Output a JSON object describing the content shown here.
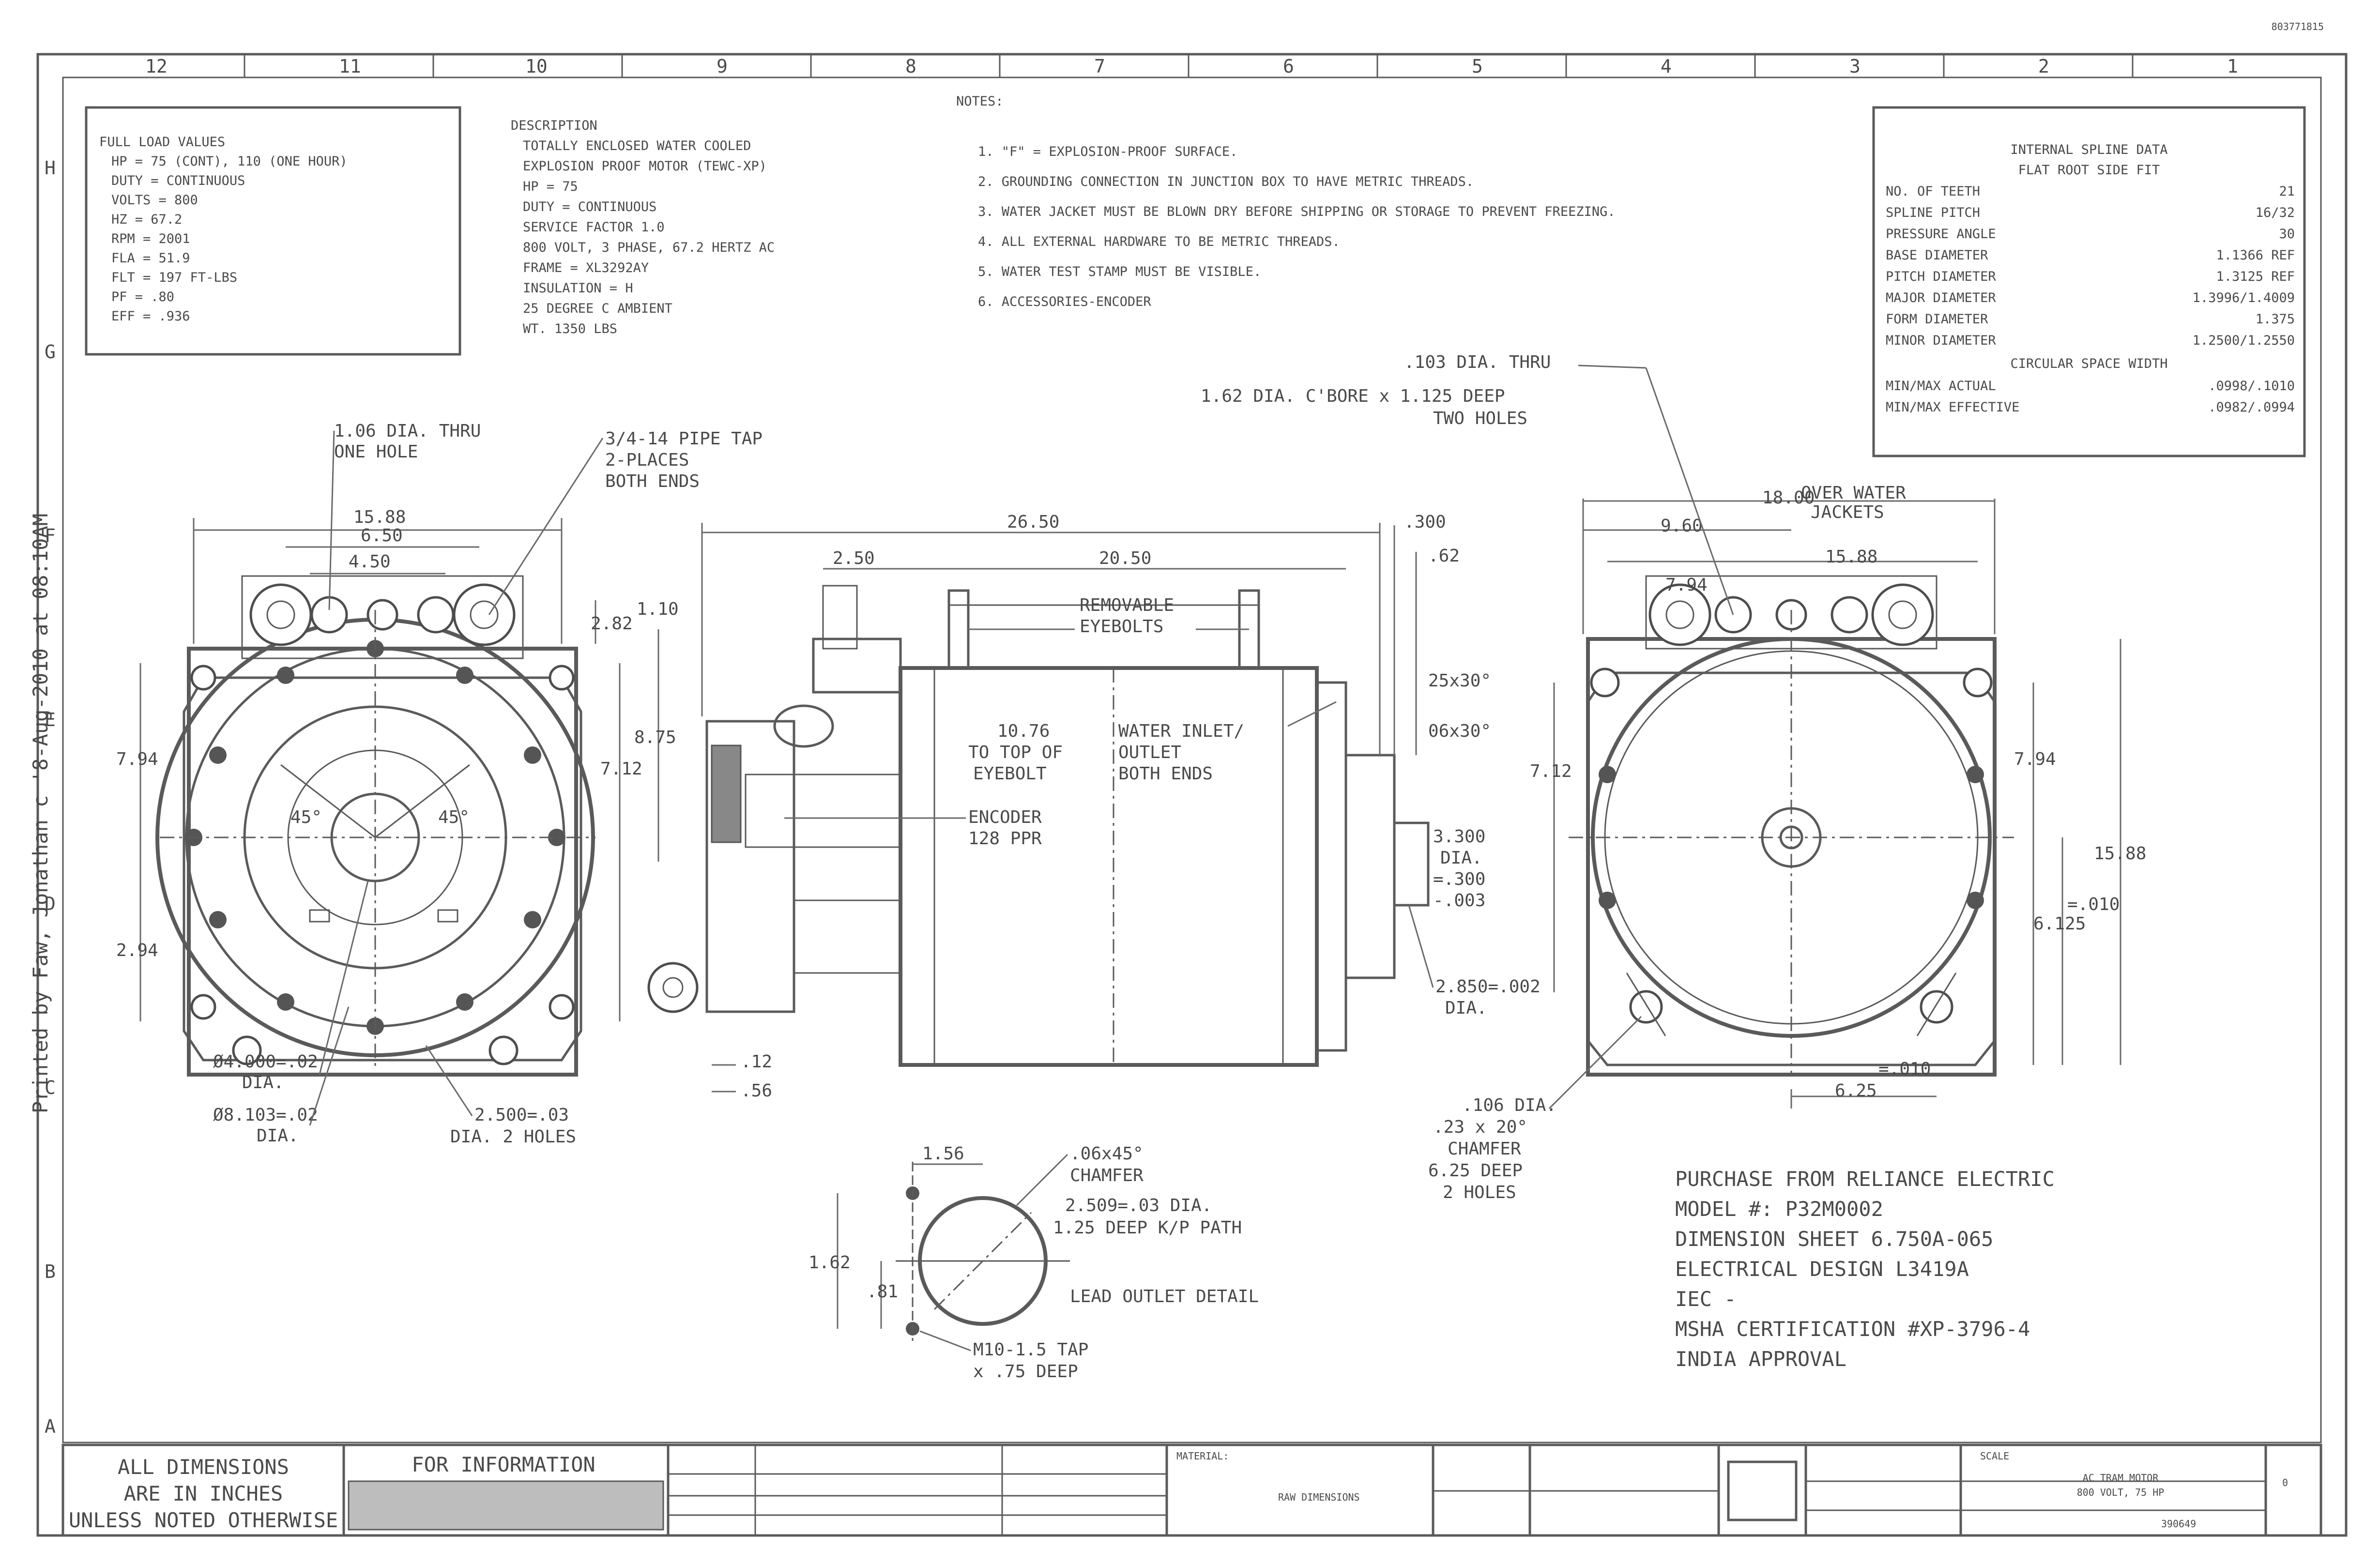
{
  "sheet": {
    "doc_id": "803771815",
    "printed_by": "Printed by Faw, Jonathan c   '8-Aug-2010 at 08:10AM",
    "grid_columns": [
      "12",
      "11",
      "10",
      "9",
      "8",
      "7",
      "6",
      "5",
      "4",
      "3",
      "2",
      "1"
    ],
    "grid_rows": [
      "H",
      "G",
      "F",
      "E",
      "D",
      "C",
      "B",
      "A"
    ]
  },
  "full_load": {
    "title": "FULL LOAD VALUES",
    "lines": [
      "HP = 75 (CONT), 110 (ONE HOUR)",
      "DUTY = CONTINUOUS",
      "VOLTS = 800",
      "HZ = 67.2",
      "RPM = 2001",
      "FLA = 51.9",
      "FLT = 197 FT-LBS",
      "PF = .80",
      "EFF = .936"
    ]
  },
  "description": {
    "title": "DESCRIPTION",
    "lines": [
      "TOTALLY ENCLOSED WATER COOLED",
      "EXPLOSION PROOF MOTOR (TEWC-XP)",
      "HP = 75",
      "DUTY = CONTINUOUS",
      "SERVICE FACTOR 1.0",
      "800 VOLT, 3 PHASE, 67.2 HERTZ AC",
      "FRAME = XL3292AY",
      "INSULATION = H",
      "25 DEGREE C AMBIENT",
      "WT. 1350 LBS"
    ]
  },
  "notes": {
    "title": "NOTES:",
    "items": [
      "1.  \"F\" = EXPLOSION-PROOF SURFACE.",
      "2. GROUNDING CONNECTION IN JUNCTION BOX TO HAVE METRIC THREADS.",
      "3. WATER JACKET MUST BE BLOWN DRY BEFORE SHIPPING OR STORAGE TO PREVENT FREEZING.",
      "4. ALL EXTERNAL HARDWARE TO BE METRIC THREADS.",
      "5. WATER TEST STAMP MUST BE VISIBLE.",
      "6. ACCESSORIES-ENCODER"
    ]
  },
  "spline": {
    "title1": "INTERNAL SPLINE DATA",
    "title2": "FLAT ROOT SIDE FIT",
    "rows": [
      [
        "NO. OF TEETH",
        "21"
      ],
      [
        "SPLINE PITCH",
        "16/32"
      ],
      [
        "PRESSURE ANGLE",
        "30"
      ],
      [
        "BASE DIAMETER",
        "1.1366 REF"
      ],
      [
        "PITCH DIAMETER",
        "1.3125 REF"
      ],
      [
        "MAJOR DIAMETER",
        "1.3996/1.4009"
      ],
      [
        "FORM DIAMETER",
        "1.375"
      ],
      [
        "MINOR DIAMETER",
        "1.2500/1.2550"
      ]
    ],
    "circ_title": "CIRCULAR SPACE WIDTH",
    "circ_rows": [
      [
        "MIN/MAX ACTUAL",
        ".0998/.1010"
      ],
      [
        "MIN/MAX EFFECTIVE",
        ".0982/.0994"
      ]
    ]
  },
  "callouts": {
    "holes_thru": ".103 DIA. THRU",
    "cbore": "1.62 DIA. C'BORE x 1.125 DEEP",
    "two_holes": "TWO HOLES",
    "dia_106": "1.06 DIA. THRU",
    "one_hole": "ONE HOLE",
    "pipe_tap": "3/4-14 PIPE TAP",
    "two_places": "2-PLACES",
    "both_ends": "BOTH ENDS",
    "removable": "REMOVABLE",
    "eyebolts": "EYEBOLTS",
    "top_eyebolt_1": "10.76",
    "top_eyebolt_2": "TO TOP OF",
    "top_eyebolt_3": "EYEBOLT",
    "water_1": "WATER INLET/",
    "water_2": "OUTLET",
    "water_3": "BOTH ENDS",
    "encoder_1": "ENCODER",
    "encoder_2": "128 PPR",
    "over_water": "OVER WATER",
    "jackets": "JACKETS",
    "d4000": "Ø4.000=.02",
    "d4000b": "DIA.",
    "d8103": "Ø8.103=.02",
    "d8103b": "DIA.",
    "d2500": "2.500=.03",
    "d2500b": "DIA. 2 HOLES",
    "d106_dia": ".106 DIA.",
    "d106_b": ".23 x 20°",
    "d106_c": "CHAMFER",
    "d106_d": "6.25 DEEP",
    "d106_e": "2 HOLES",
    "chamfer_1": ".06x45°",
    "chamfer_2": "CHAMFER",
    "kxp_1": "2.509=.03 DIA.",
    "kxp_2": "1.25 DEEP K/P PATH",
    "lead_outlet": "LEAD OUTLET DETAIL",
    "m10_1": "M10-1.5 TAP",
    "m10_2": "x .75 DEEP",
    "shaft_1": "2.850=.002",
    "shaft_2": "DIA.",
    "key_1": "25x30°",
    "key_2": "06x30°",
    "dia_3": "3.300",
    "dia_4": "DIA.",
    "dia_5": "=.300",
    "dia_6": "-.003"
  },
  "dims": {
    "left_1588": "15.88",
    "left_650": "6.50",
    "left_450": "4.50",
    "left_282": "2.82",
    "left_110": "1.10",
    "left_794": "7.94",
    "left_712": "7.12",
    "left_875": "8.75",
    "left_294": "2.94",
    "left_45a": "45°",
    "left_45b": "45°",
    "mid_2650": "26.50",
    "mid_2050": "20.50",
    "mid_250": "2.50",
    "mid_300": ".300",
    "mid_62": ".62",
    "mid_12": ".12",
    "mid_56": ".56",
    "right_1800": "18.00",
    "right_960": "9.60",
    "right_1588": "15.88",
    "right_794a": "7.94",
    "right_712": "7.12",
    "right_794b": "7.94",
    "right_1588v": "15.88",
    "right_6125": "6.125",
    "right_010": "=.010",
    "right_625": "6.25",
    "right_010b": "=.010",
    "lead_156": "1.56",
    "lead_162": "1.62",
    "lead_81": ".81"
  },
  "purchase": {
    "lines": [
      "PURCHASE FROM RELIANCE ELECTRIC",
      "MODEL #: P32M0002",
      "DIMENSION SHEET 6.750A-065",
      "ELECTRICAL DESIGN L3419A",
      "IEC -",
      "MSHA CERTIFICATION #XP-3796-4",
      "INDIA APPROVAL"
    ]
  },
  "title_block": {
    "all_dims_1": "ALL DIMENSIONS",
    "all_dims_2": "ARE IN INCHES",
    "all_dims_3": "UNLESS NOTED OTHERWISE",
    "for_info": "FOR INFORMATION",
    "material": "MATERIAL:",
    "raw_dims": "RAW DIMENSIONS",
    "tech_title_1": "AC TRAM MOTOR",
    "tech_title_2": "800 VOLT, 75 HP",
    "dwg_no": "390649",
    "rev": "0",
    "scale": "SCALE"
  }
}
